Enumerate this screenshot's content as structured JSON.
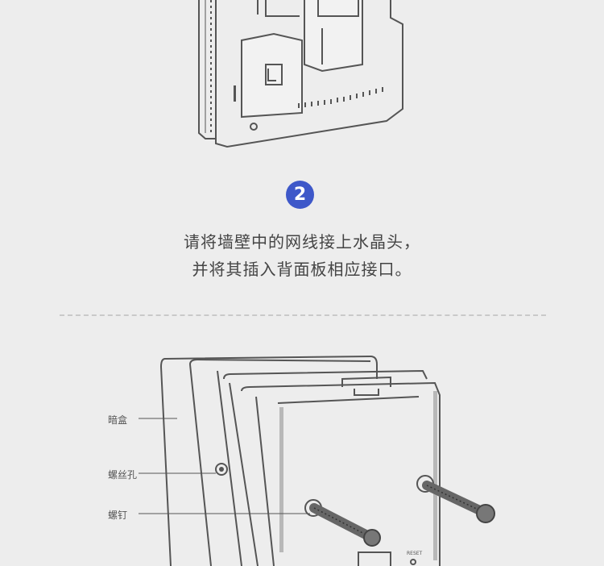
{
  "step": {
    "number": "2"
  },
  "instruction": {
    "line1": "请将墙壁中的网线接上水晶头，",
    "line2": "并将其插入背面板相应接口。"
  },
  "labels": {
    "back_box": "暗盒",
    "screw_hole": "螺丝孔",
    "screw": "螺钉",
    "reset": "RESET"
  },
  "colors": {
    "badge": "#3e58c9",
    "background": "#ededed",
    "line": "#555555"
  }
}
